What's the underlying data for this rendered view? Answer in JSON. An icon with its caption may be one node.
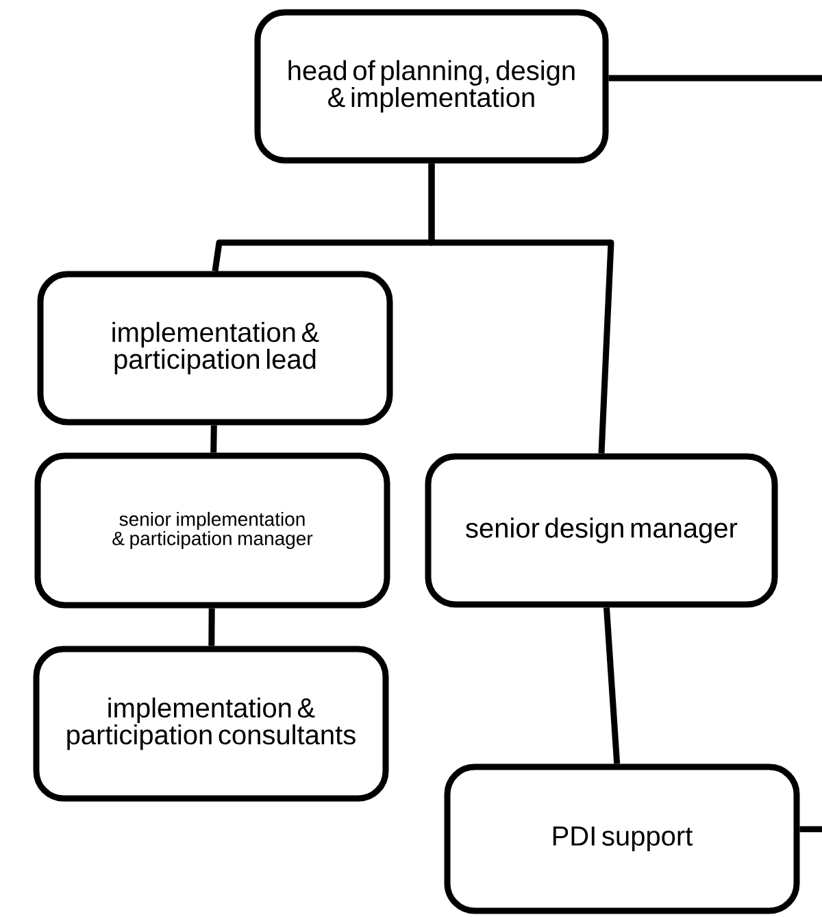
{
  "diagram": {
    "nodes": [
      {
        "text": [
          "head of planning, design & implementation"
        ]
      },
      {
        "text": [
          "implementation & participation lead"
        ]
      },
      {
        "text": [
          "senior implementation & participation manager"
        ]
      },
      {
        "text": [
          "implementation & participation consultants"
        ]
      },
      {
        "text": [
          "senior design manager"
        ]
      },
      {
        "text": [
          "PDI support"
        ]
      }
    ],
    "edges": [
      {
        "from": 0,
        "to": 1,
        "arrow": "none"
      },
      {
        "from": 0,
        "to": 4,
        "arrow": "none"
      },
      {
        "from": 1,
        "to": 2,
        "arrow": "none"
      },
      {
        "from": 2,
        "to": 3,
        "arrow": "none"
      },
      {
        "from": 4,
        "to": 5,
        "arrow": "none"
      },
      {
        "from": 0,
        "to": null,
        "arrow": "none"
      },
      {
        "from": 5,
        "to": null,
        "arrow": "none"
      }
    ]
  }
}
